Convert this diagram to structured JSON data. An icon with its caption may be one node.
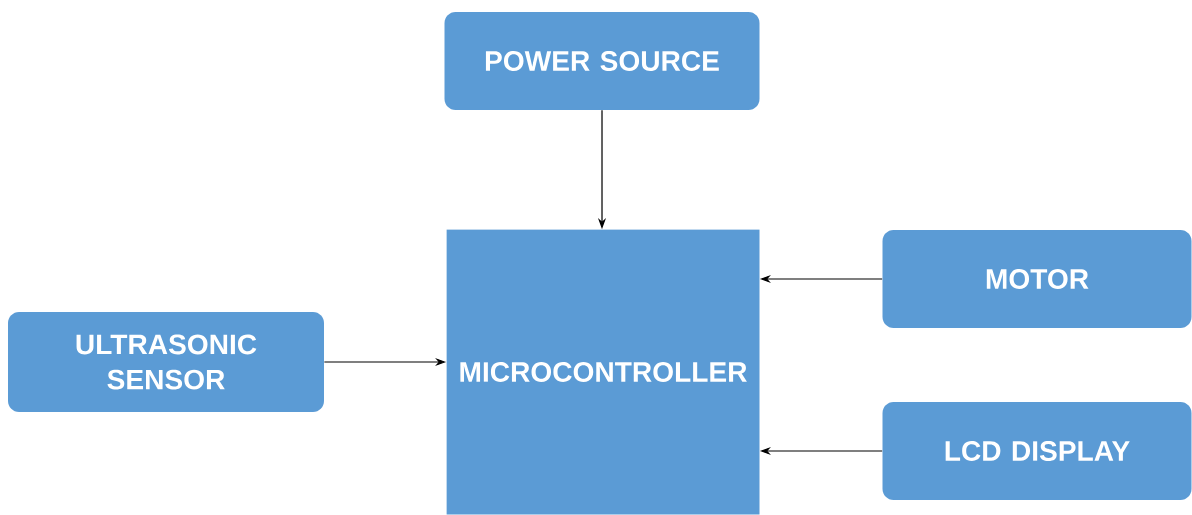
{
  "diagram": {
    "nodes": [
      {
        "text": [
          "POWER SOURCE"
        ]
      },
      {
        "text": [
          "MICROCONTROLLER"
        ]
      },
      {
        "text": [
          "MOTOR"
        ]
      },
      {
        "text": [
          "ULTRASONIC SENSOR"
        ]
      },
      {
        "text": [
          "LCD DISPLAY"
        ]
      }
    ],
    "edges": [
      {
        "from": 0,
        "to": 1,
        "arrow": "to"
      },
      {
        "from": 2,
        "to": 1,
        "arrow": "to"
      },
      {
        "from": 3,
        "to": 1,
        "arrow": "to"
      },
      {
        "from": 4,
        "to": 1,
        "arrow": "to"
      }
    ]
  }
}
